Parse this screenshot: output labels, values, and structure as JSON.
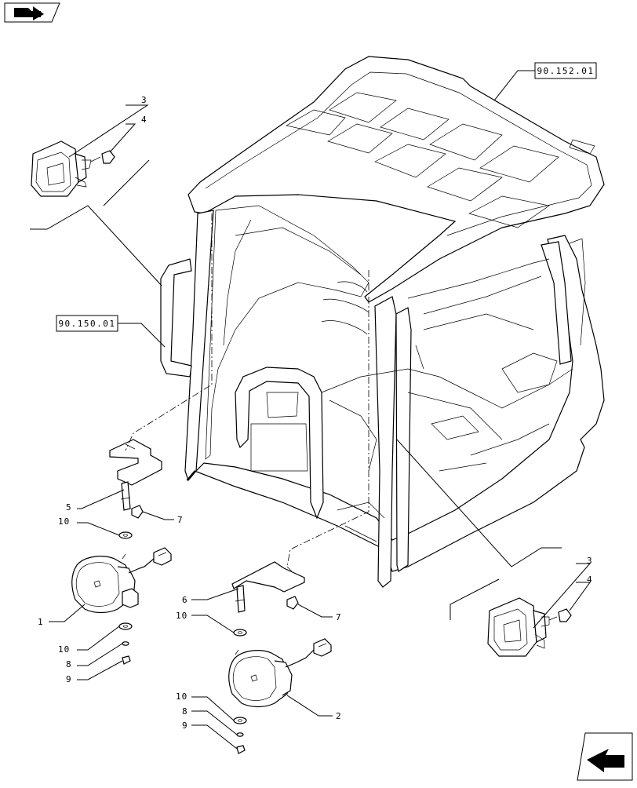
{
  "nav": {
    "top_left_icon": "book-arrow-icon",
    "bottom_right_icon": "next-page-arrow-icon"
  },
  "references": {
    "roof": "90.152.01",
    "cab": "90.150.01"
  },
  "callouts": {
    "c1": "1",
    "c2": "2",
    "c3a": "3",
    "c4a": "4",
    "c3b": "3",
    "c4b": "4",
    "c5": "5",
    "c6": "6",
    "c7a": "7",
    "c7b": "7",
    "c10a": "10",
    "c10b": "10",
    "c8a": "8",
    "c9a": "9",
    "c10c": "10",
    "c10d": "10",
    "c8b": "8",
    "c9b": "9"
  }
}
